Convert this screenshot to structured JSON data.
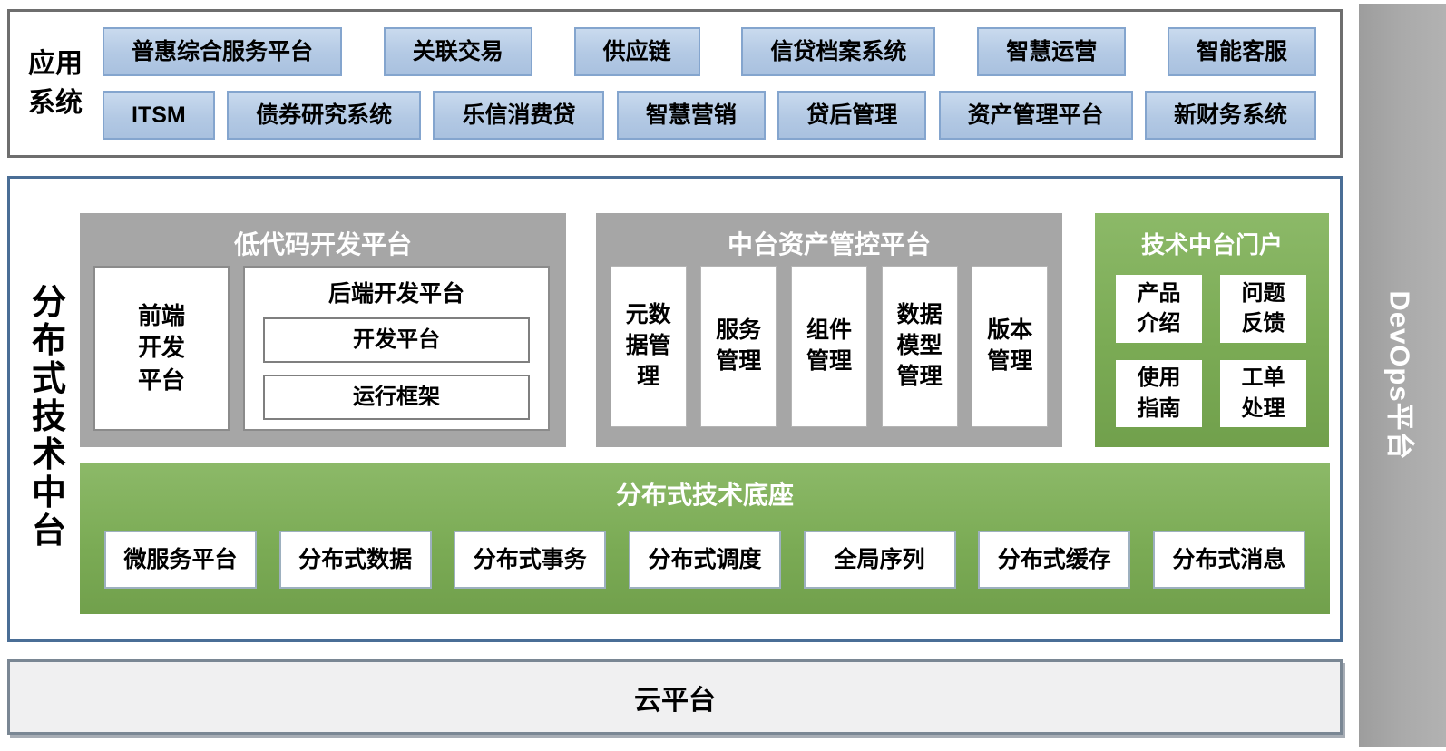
{
  "app_section": {
    "label": "应用系统",
    "row1": [
      "普惠综合服务平台",
      "关联交易",
      "供应链",
      "信贷档案系统",
      "智慧运营",
      "智能客服"
    ],
    "row2": [
      "ITSM",
      "债券研究系统",
      "乐信消费贷",
      "智慧营销",
      "贷后管理",
      "资产管理平台",
      "新财务系统"
    ]
  },
  "middle_section": {
    "label": "分布式技术中台",
    "lowcode": {
      "title": "低代码开发平台",
      "frontend": "前端开发平台",
      "backend": {
        "title": "后端开发平台",
        "items": [
          "开发平台",
          "运行框架"
        ]
      }
    },
    "asset": {
      "title": "中台资产管控平台",
      "items": [
        "元数据管理",
        "服务管理",
        "组件管理",
        "数据模型管理",
        "版本管理"
      ]
    },
    "portal": {
      "title": "技术中台门户",
      "items": [
        "产品介绍",
        "问题反馈",
        "使用指南",
        "工单处理"
      ]
    },
    "base": {
      "title": "分布式技术底座",
      "items": [
        "微服务平台",
        "分布式数据",
        "分布式事务",
        "分布式调度",
        "全局序列",
        "分布式缓存",
        "分布式消息"
      ]
    }
  },
  "cloud": {
    "label": "云平台"
  },
  "devops": {
    "label": "DevOps平台"
  },
  "colors": {
    "app_box_fill": "#b9cce6",
    "app_box_border": "#84a5ce",
    "gray_panel": "#a6a6a6",
    "green_panel": "#7bab55",
    "mid_border": "#4a6e96",
    "top_border": "#6e6e6e",
    "cloud_fill": "#f0f0f1",
    "cloud_border": "#7a8794",
    "devops_fill": "#a6a6a6"
  }
}
